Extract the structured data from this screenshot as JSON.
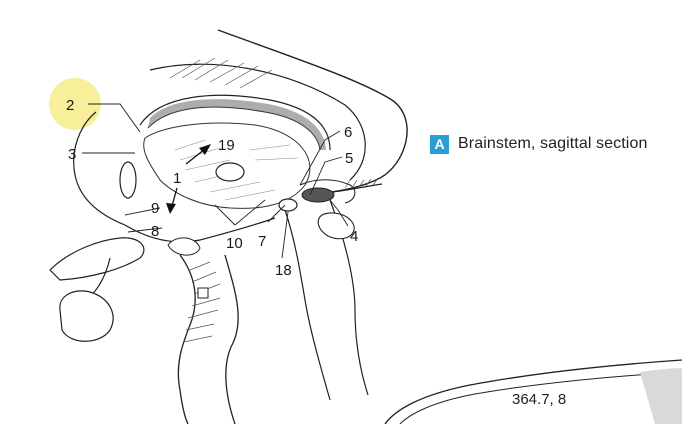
{
  "figure": {
    "badge": "A",
    "caption": "Brainstem, sagittal section",
    "page_ref": "364.7, 8",
    "highlight_color": "#f7ef9a",
    "badge_color": "#2a9fd6"
  },
  "labels": {
    "l1": "1",
    "l2": "2",
    "l3": "3",
    "l4": "4",
    "l5": "5",
    "l6": "6",
    "l7": "7",
    "l8": "8",
    "l9": "9",
    "l10": "10",
    "l18": "18",
    "l19": "19"
  }
}
